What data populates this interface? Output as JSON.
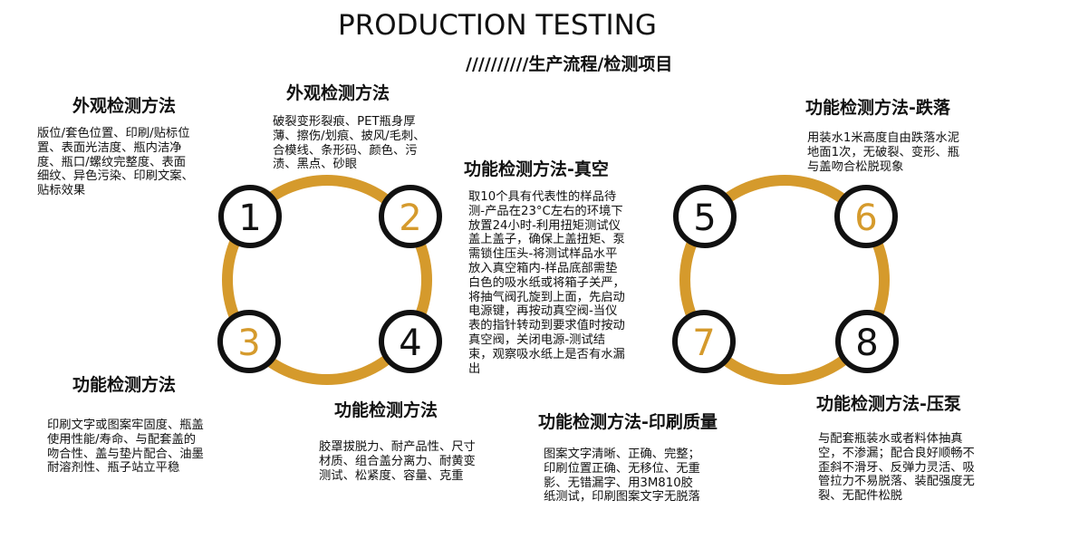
{
  "header": {
    "title": "PRODUCTION TESTING",
    "subtitle": "//////////生产流程/检测项目"
  },
  "colors": {
    "ring": "#D59A2C",
    "dark": "#111111",
    "accent_number": "#D59A2C"
  },
  "markers": [
    "1",
    "2",
    "3",
    "4",
    "5",
    "6",
    "7",
    "8"
  ],
  "sections": {
    "s1": {
      "heading": "外观检测方法",
      "lines": [
        "版位/套色位置、印刷/贴标位",
        "置、表面光洁度、瓶内洁净",
        "度、瓶口/螺纹完整度、表面",
        "细纹、异色污染、印刷文案、",
        "贴标效果"
      ]
    },
    "s2": {
      "heading": "外观检测方法",
      "lines": [
        "破裂变形裂痕、PET瓶身厚",
        "薄、擦伤/划痕、披风/毛刺、",
        "合模线、条形码、颜色、污",
        "渍、黑点、砂眼"
      ]
    },
    "s3": {
      "heading": "功能检测方法",
      "lines": [
        "印刷文字或图案牢固度、瓶盖",
        "使用性能/寿命、与配套盖的",
        "吻合性、盖与垫片配合、油墨",
        "耐溶剂性、瓶子站立平稳"
      ]
    },
    "s4": {
      "heading": "功能检测方法",
      "lines": [
        "胶罩拔脱力、耐产品性、尺寸",
        "材质、组合盖分离力、耐黄变",
        "测试、松紧度、容量、克重"
      ]
    },
    "vacuum": {
      "heading": "功能检测方法-真空",
      "lines": [
        "取10个具有代表性的样品待",
        "测-产品在23°C左右的环境下",
        "放置24小时-利用扭矩测试仪",
        "盖上盖子，确保上盖扭矩、泵",
        "需锁住压头-将测试样品水平",
        "放入真空箱内-样品底部需垫",
        "白色的吸水纸或将箱子关严，",
        "将抽气阀孔旋到上面，先启动",
        "电源键，再按动真空阀-当仪",
        "表的指针转动到要求值时按动",
        "真空阀，关闭电源-测试结",
        "束，观察吸水纸上是否有水漏",
        "出"
      ]
    },
    "print": {
      "heading": "功能检测方法-印刷质量",
      "lines": [
        "图案文字清晰、正确、完整；",
        "印刷位置正确、无移位、无重",
        "影、无错漏字、用3M810胶",
        "纸测试，印刷图案文字无脱落"
      ]
    },
    "drop": {
      "heading": "功能检测方法-跌落",
      "lines": [
        "用装水1米高度自由跌落水泥",
        "地面1次，无破裂、变形、瓶",
        "与盖吻合松脱现象"
      ]
    },
    "pump": {
      "heading": "功能检测方法-压泵",
      "lines": [
        "与配套瓶装水或者料体抽真",
        "空，不渗漏；配合良好顺畅不",
        "歪斜不滑牙、反弹力灵活、吸",
        "管拉力不易脱落、装配强度无",
        "裂、无配件松脱"
      ]
    }
  }
}
